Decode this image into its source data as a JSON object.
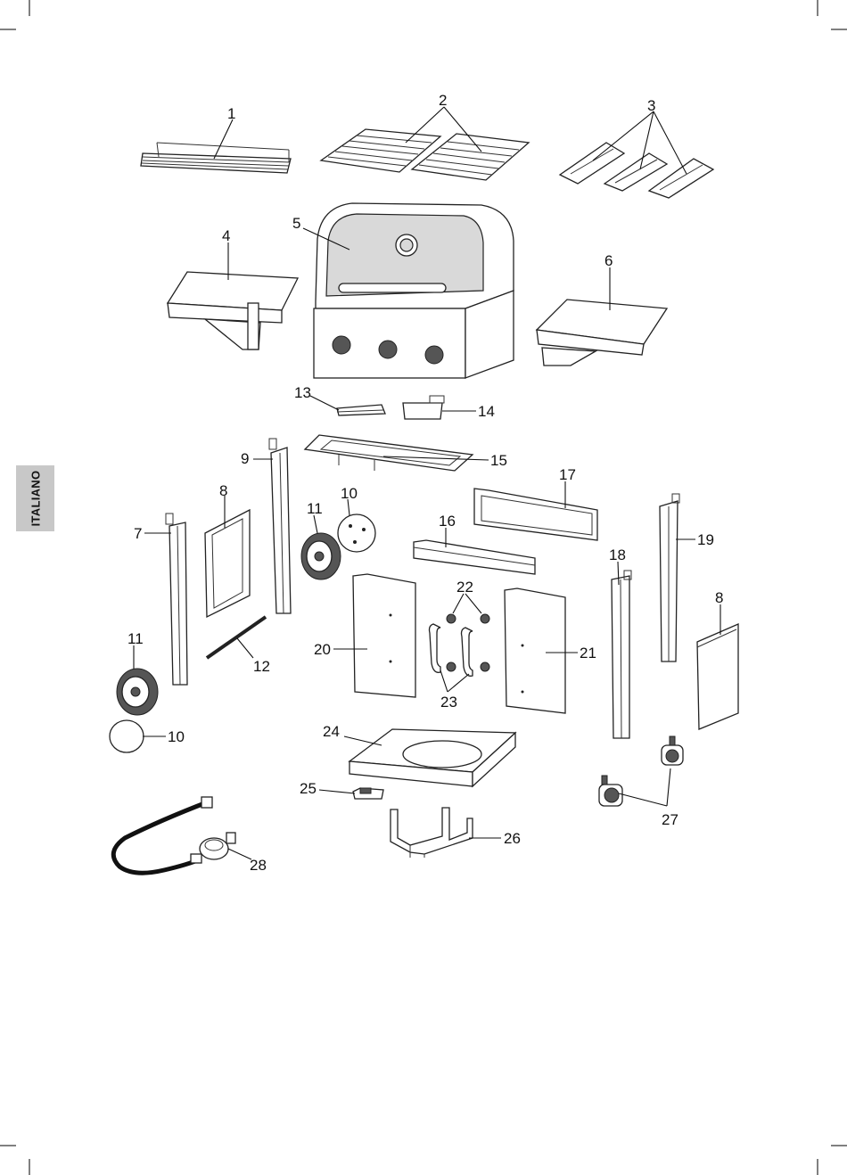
{
  "side_tab": {
    "label": "ITALIANO"
  },
  "callouts": {
    "c1": "1",
    "c2": "2",
    "c3": "3",
    "c4": "4",
    "c5": "5",
    "c6": "6",
    "c7": "7",
    "c8a": "8",
    "c8b": "8",
    "c9": "9",
    "c10a": "10",
    "c10b": "10",
    "c11a": "11",
    "c11b": "11",
    "c12": "12",
    "c13": "13",
    "c14": "14",
    "c15": "15",
    "c16": "16",
    "c17": "17",
    "c18": "18",
    "c19": "19",
    "c20": "20",
    "c21": "21",
    "c22": "22",
    "c23": "23",
    "c24": "24",
    "c25": "25",
    "c26": "26",
    "c27": "27",
    "c28": "28"
  },
  "parts": [
    {
      "id": 1,
      "icon": "warming-rack-icon"
    },
    {
      "id": 2,
      "icon": "cooking-grate-icon"
    },
    {
      "id": 3,
      "icon": "flame-tamer-icon"
    },
    {
      "id": 4,
      "icon": "side-shelf-icon"
    },
    {
      "id": 5,
      "icon": "grill-body-icon"
    },
    {
      "id": 6,
      "icon": "side-shelf-icon"
    },
    {
      "id": 7,
      "icon": "leg-icon"
    },
    {
      "id": 8,
      "icon": "side-panel-icon"
    },
    {
      "id": 9,
      "icon": "leg-icon"
    },
    {
      "id": 10,
      "icon": "wheel-cap-icon"
    },
    {
      "id": 11,
      "icon": "wheel-icon"
    },
    {
      "id": 12,
      "icon": "axle-icon"
    },
    {
      "id": 13,
      "icon": "grease-tray-holder-icon"
    },
    {
      "id": 14,
      "icon": "grease-cup-icon"
    },
    {
      "id": 15,
      "icon": "grease-tray-icon"
    },
    {
      "id": 16,
      "icon": "crossbar-icon"
    },
    {
      "id": 17,
      "icon": "back-panel-icon"
    },
    {
      "id": 18,
      "icon": "leg-icon"
    },
    {
      "id": 19,
      "icon": "leg-icon"
    },
    {
      "id": 20,
      "icon": "door-icon"
    },
    {
      "id": 21,
      "icon": "door-icon"
    },
    {
      "id": 22,
      "icon": "screw-icon"
    },
    {
      "id": 23,
      "icon": "door-handle-icon"
    },
    {
      "id": 24,
      "icon": "bottom-shelf-icon"
    },
    {
      "id": 25,
      "icon": "magnet-catch-icon"
    },
    {
      "id": 26,
      "icon": "tank-holder-icon"
    },
    {
      "id": 27,
      "icon": "caster-icon"
    },
    {
      "id": 28,
      "icon": "gas-hose-regulator-icon"
    }
  ]
}
